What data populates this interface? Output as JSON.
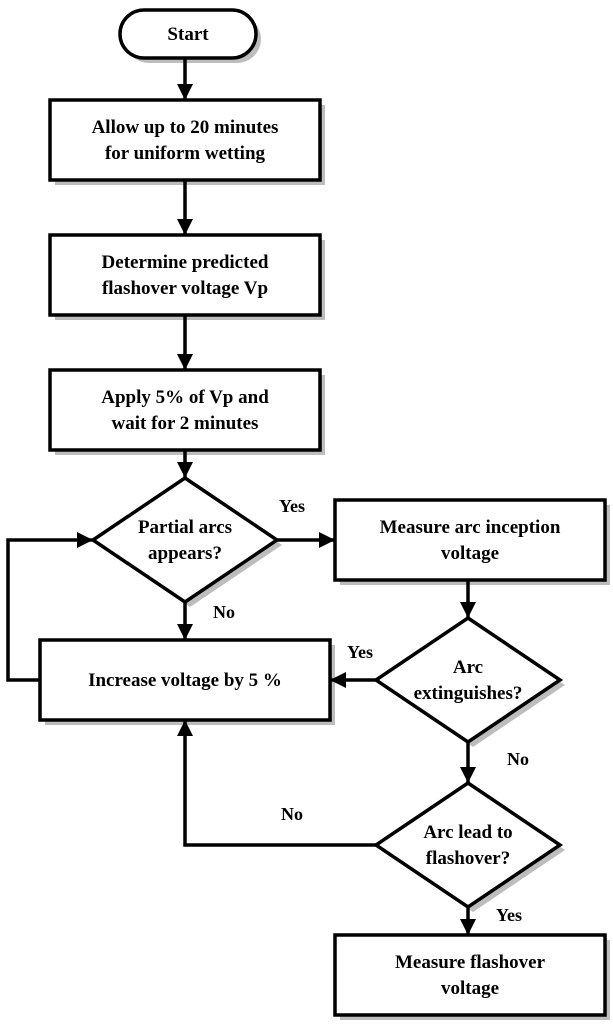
{
  "nodes": {
    "start": [
      "Start"
    ],
    "wetting": [
      "Allow up to 20 minutes",
      "for uniform wetting"
    ],
    "predict": [
      "Determine predicted",
      "flashover voltage Vp"
    ],
    "apply": [
      "Apply 5% of Vp and",
      "wait for 2 minutes"
    ],
    "partial": [
      "Partial arcs",
      "appears?"
    ],
    "inception": [
      "Measure arc inception",
      "voltage"
    ],
    "extinguish": [
      "Arc",
      "extinguishes?"
    ],
    "increase": [
      "Increase voltage by 5 %"
    ],
    "lead": [
      "Arc lead to",
      "flashover?"
    ],
    "measure": [
      "Measure flashover",
      "voltage"
    ]
  },
  "edges": {
    "partial_yes": "Yes",
    "partial_no": "No",
    "extinguish_yes": "Yes",
    "extinguish_no": "No",
    "lead_no": "No",
    "lead_yes": "Yes"
  },
  "colors": {
    "stroke": "#000000",
    "fill": "#ffffff",
    "shadow": "#bdbdbd"
  }
}
